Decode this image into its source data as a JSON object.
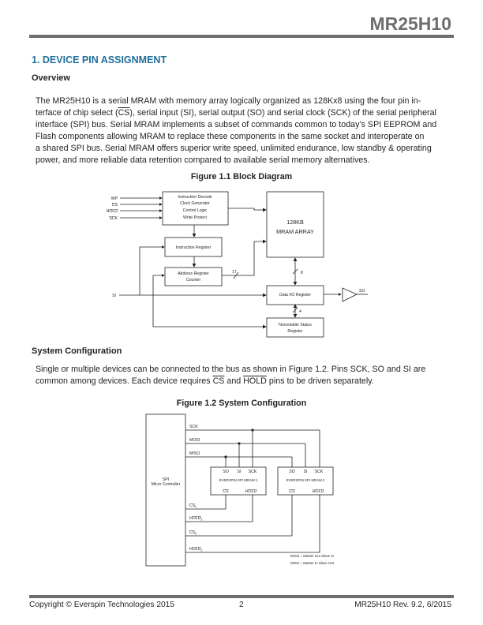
{
  "header": {
    "title": "MR25H10"
  },
  "section": {
    "title": "1. DEVICE PIN ASSIGNMENT"
  },
  "overview": {
    "heading": "Overview",
    "p1": "The MR25H10 is a serial MRAM with memory array logically organized as 128Kx8 using the four pin in-",
    "p2a": "terface of chip select (",
    "p2cs": "CS",
    "p2b": "), serial input (SI), serial output (SO) and serial clock (SCK) of the serial peripheral",
    "p3": "interface (SPI) bus. Serial MRAM implements a subset of commands common to today’s SPI EEPROM and",
    "p4": "Flash components allowing MRAM to replace these components in the same socket and interoperate on",
    "p5": "a shared SPI bus. Serial MRAM offers superior write speed, unlimited endurance, low standby & operating",
    "p6": "power, and more reliable data retention compared to available serial memory alternatives."
  },
  "figure1": {
    "title": "Figure 1.1 Block Diagram",
    "inputs": [
      "WP",
      "CS",
      "HOLD",
      "SCK"
    ],
    "si_label": "SI",
    "so_label": "SO",
    "ctrl_lines": [
      "Instruction Decode",
      "Clock Generator",
      "Control Logic",
      "Write Protect"
    ],
    "array_lines": [
      "128KB",
      "MRAM ARRAY"
    ],
    "instr_reg": "Instruction Register",
    "addr_lines": [
      "Address Register",
      "Counter"
    ],
    "dataio": "Data I/O Register",
    "nv_lines": [
      "Nonvolatile Status",
      "Register"
    ],
    "bus17": "17",
    "bus8": "8",
    "bus4": "4"
  },
  "syscfg": {
    "heading": "System Configuration",
    "p1": "Single or multiple devices can be connected to the bus as shown in Figure 1.2. Pins SCK, SO and SI are",
    "p2a": "common among devices. Each device requires ",
    "p2cs": "CS",
    "p2mid": " and ",
    "p2hold": "HOLD",
    "p2b": " pins to be driven separately."
  },
  "figure2": {
    "title": "Figure 1.2 System Configuration",
    "mcu_lines": [
      "SPI",
      "Micro Controller"
    ],
    "bus_labels": [
      "SCK",
      "MOSI",
      "MISO"
    ],
    "cs1": "CS",
    "cs1_sub": "1",
    "hold1": "HOLD",
    "hold1_sub": "1",
    "cs2": "CS",
    "cs2_sub": "2",
    "hold2": "HOLD",
    "hold2_sub": "2",
    "pin_labels": [
      "SO",
      "SI",
      "SCK"
    ],
    "chip1": "EVERSPIN SPI MRAM 1",
    "chip2": "EVERSPIN SPI MRAM 2",
    "chip_cs": "CS",
    "chip_hold": "HOLD",
    "legend": [
      "MOSI = Master Out Slave In",
      "MISO = Master In Slave Out"
    ]
  },
  "footer": {
    "left": "Copyright © Everspin Technologies 2015",
    "center": "2",
    "right": "MR25H10 Rev. 9.2, 6/2015"
  }
}
